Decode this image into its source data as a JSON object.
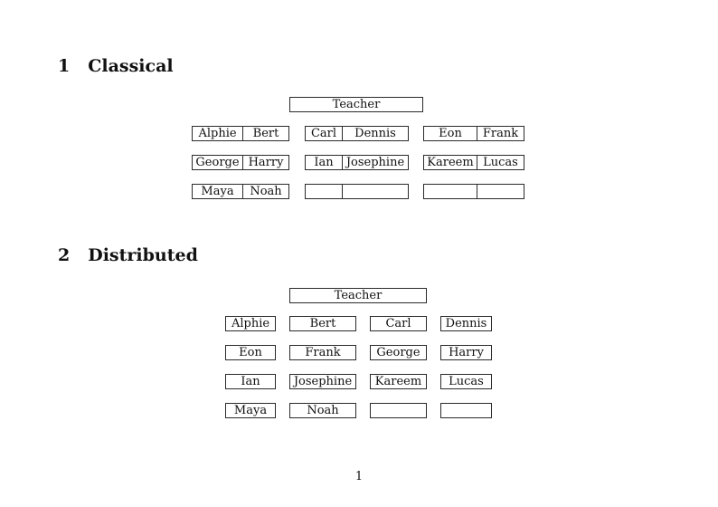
{
  "document": {
    "page_number": "1"
  },
  "sections": {
    "classical": {
      "number": "1",
      "title": "Classical",
      "teacher_label": "Teacher",
      "groups": [
        {
          "rows": [
            [
              "Alphie",
              "Bert"
            ],
            [
              "George",
              "Harry"
            ],
            [
              "Maya",
              "Noah"
            ]
          ]
        },
        {
          "rows": [
            [
              "Carl",
              "Dennis"
            ],
            [
              "Ian",
              "Josephine"
            ],
            [
              "",
              ""
            ]
          ]
        },
        {
          "rows": [
            [
              "Eon",
              "Frank"
            ],
            [
              "Kareem",
              "Lucas"
            ],
            [
              "",
              ""
            ]
          ]
        }
      ]
    },
    "distributed": {
      "number": "2",
      "title": "Distributed",
      "teacher_label": "Teacher",
      "rows": [
        [
          "Alphie",
          "Bert",
          "Carl",
          "Dennis"
        ],
        [
          "Eon",
          "Frank",
          "George",
          "Harry"
        ],
        [
          "Ian",
          "Josephine",
          "Kareem",
          "Lucas"
        ],
        [
          "Maya",
          "Noah",
          "",
          ""
        ]
      ]
    }
  }
}
